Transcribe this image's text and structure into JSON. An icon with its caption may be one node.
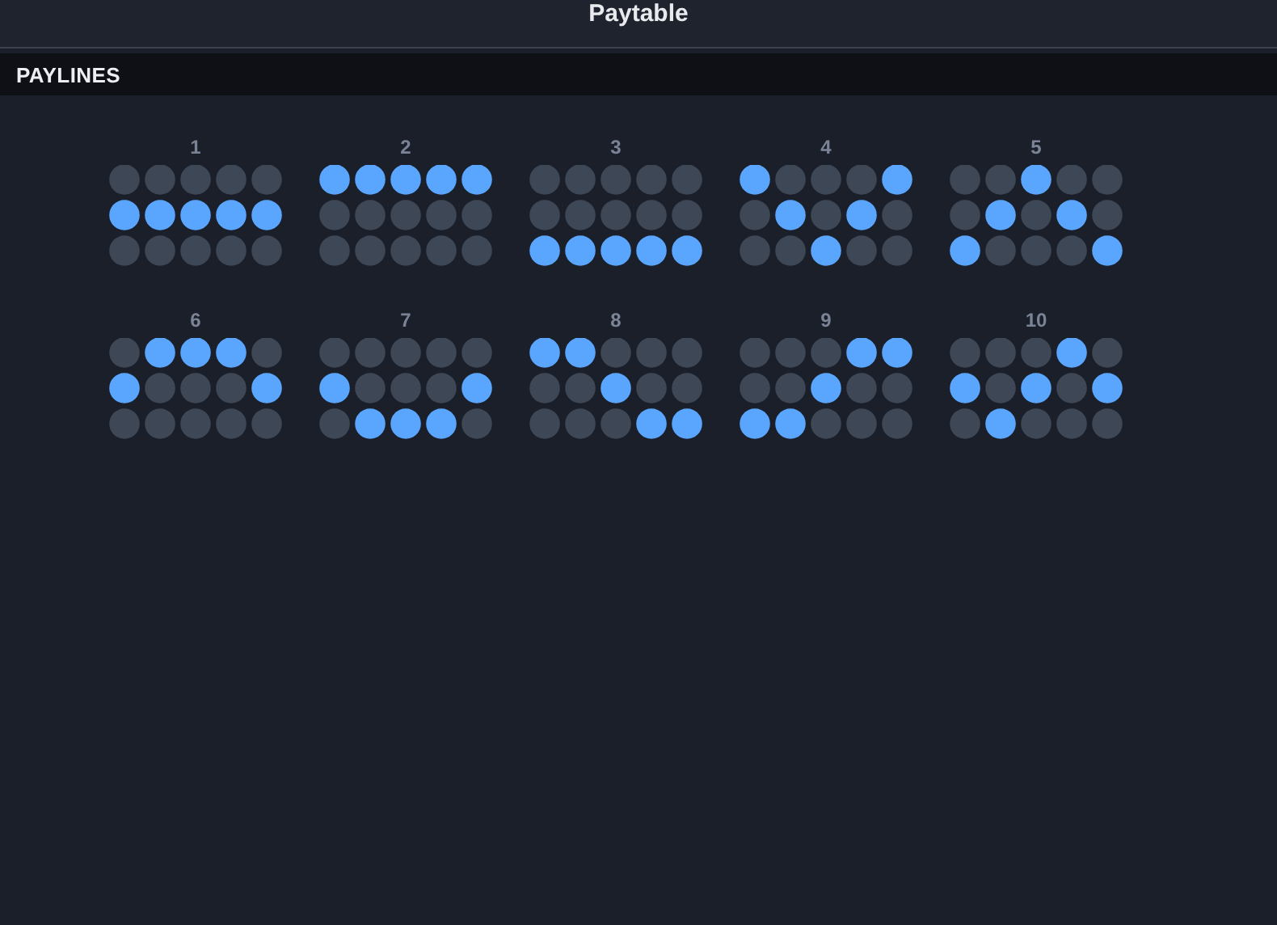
{
  "diagram": {
    "title": "Paytable",
    "nodes": [
      {
        "text": [
          "PAYLINES"
        ]
      },
      {
        "text": [
          "1"
        ]
      },
      {
        "text": [
          "2"
        ]
      },
      {
        "text": [
          "3"
        ]
      },
      {
        "text": [
          "4"
        ]
      },
      {
        "text": [
          "5"
        ]
      },
      {
        "text": [
          "6"
        ]
      },
      {
        "text": [
          "7"
        ]
      },
      {
        "text": [
          "8"
        ]
      },
      {
        "text": [
          "9"
        ]
      },
      {
        "text": [
          "10"
        ]
      }
    ]
  }
}
